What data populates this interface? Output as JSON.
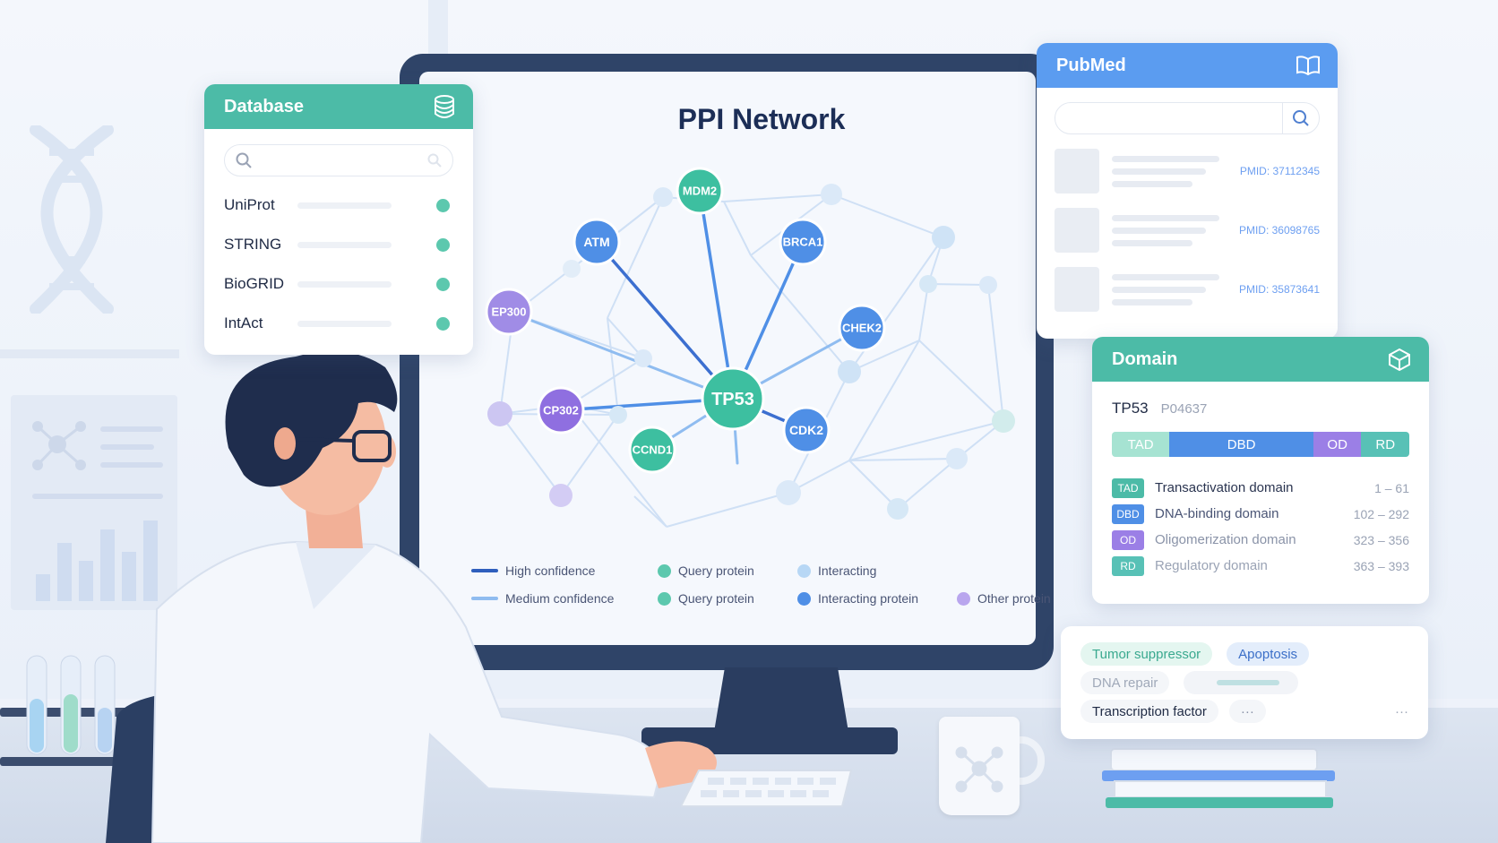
{
  "network": {
    "title": "PPI Network",
    "nodes": [
      {
        "id": "TP53",
        "label": "TP53",
        "color": "#3dbfa0",
        "role": "hub"
      },
      {
        "id": "MDM2",
        "label": "MDM2",
        "color": "#3dbfa0"
      },
      {
        "id": "ATM",
        "label": "ATM",
        "color": "#4f8fe6"
      },
      {
        "id": "BRCA1",
        "label": "BRCA1",
        "color": "#4f8fe6"
      },
      {
        "id": "EP300",
        "label": "EP300",
        "color": "#a08ce6"
      },
      {
        "id": "CHEK2",
        "label": "CHEK2",
        "color": "#4f8fe6"
      },
      {
        "id": "CP302",
        "label": "CP302",
        "color": "#8f6fe0"
      },
      {
        "id": "CCND1",
        "label": "CCND1",
        "color": "#3dbfa0"
      },
      {
        "id": "CDK2",
        "label": "CDK2",
        "color": "#4f8fe6"
      }
    ],
    "legend": [
      {
        "label": "High confidence",
        "kind": "line",
        "color": "#2f5fbd"
      },
      {
        "label": "Query protein",
        "kind": "dot",
        "color": "#5cc8ae"
      },
      {
        "label": "Interacting",
        "kind": "dot",
        "color": "#b7d7f5"
      },
      {
        "label": "Medium confidence",
        "kind": "line",
        "color": "#8fbcf0"
      },
      {
        "label": "Query protein",
        "kind": "dot",
        "color": "#5cc8ae"
      },
      {
        "label": "Interacting protein",
        "kind": "dot",
        "color": "#4f8fe6"
      },
      {
        "label": "Other protein",
        "kind": "dot",
        "color": "#b9a6ee"
      }
    ]
  },
  "database": {
    "title": "Database",
    "search_placeholder": "",
    "items": [
      {
        "name": "UniProt"
      },
      {
        "name": "STRING"
      },
      {
        "name": "BioGRID"
      },
      {
        "name": "IntAct"
      }
    ],
    "status_color": "#5cc8ae"
  },
  "pubmed": {
    "title": "PubMed",
    "search_placeholder": "",
    "items": [
      {
        "pmid": "PMID: 37112345"
      },
      {
        "pmid": "PMID: 36098765"
      },
      {
        "pmid": "PMID: 35873641"
      }
    ]
  },
  "domain": {
    "title": "Domain",
    "protein": "TP53",
    "accession": "P04637",
    "bar": [
      {
        "label": "TAD",
        "color": "#a6e3d2",
        "share": 0.18
      },
      {
        "label": "DBD",
        "color": "#4f8fe6",
        "share": 0.45
      },
      {
        "label": "OD",
        "color": "#9b7fe6",
        "share": 0.15
      },
      {
        "label": "RD",
        "color": "#58c1b6",
        "share": 0.15
      }
    ],
    "rows": [
      {
        "tag": "TAD",
        "name": "Transactivation domain",
        "range": "1 – 61",
        "color": "#4cbba7"
      },
      {
        "tag": "DBD",
        "name": "DNA-binding domain",
        "range": "102 – 292",
        "color": "#4f8fe6"
      },
      {
        "tag": "OD",
        "name": "Oligomerization domain",
        "range": "323 – 356",
        "color": "#9b7fe6"
      },
      {
        "tag": "RD",
        "name": "Regulatory domain",
        "range": "363 – 393",
        "color": "#58c1b6"
      }
    ]
  },
  "tags": {
    "chips": [
      "Tumor suppressor",
      "Apoptosis",
      "DNA repair",
      "Transcription factor"
    ],
    "more": "···"
  }
}
